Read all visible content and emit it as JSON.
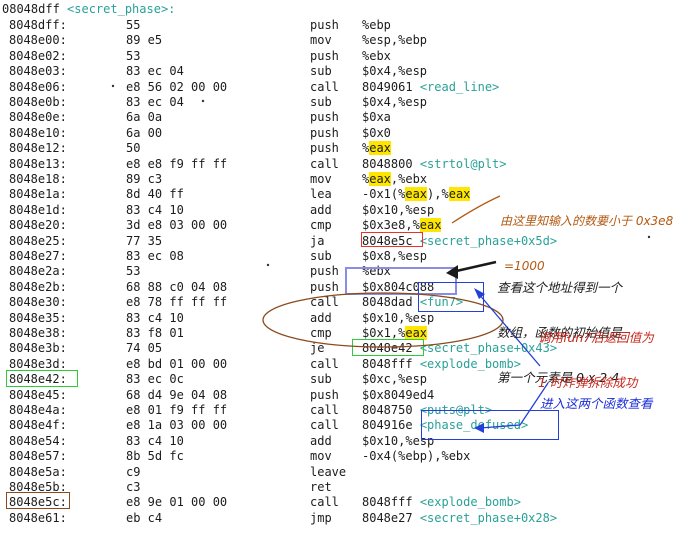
{
  "function_header": {
    "address": "08048dff",
    "symbol": "<secret_phase>:"
  },
  "rows": [
    {
      "addr": "8048dff:",
      "bytes": "55",
      "mnem": "push",
      "ops": "%ebp"
    },
    {
      "addr": "8048e00:",
      "bytes": "89 e5",
      "mnem": "mov",
      "ops": "%esp,%ebp"
    },
    {
      "addr": "8048e02:",
      "bytes": "53",
      "mnem": "push",
      "ops": "%ebx"
    },
    {
      "addr": "8048e03:",
      "bytes": "83 ec 04",
      "mnem": "sub",
      "ops": "$0x4,%esp"
    },
    {
      "addr": "8048e06:",
      "bytes": "e8 56 02 00 00",
      "mnem": "call",
      "ops": "8049061",
      "sym": "<read_line>"
    },
    {
      "addr": "8048e0b:",
      "bytes": "83 ec 04",
      "mnem": "sub",
      "ops": "$0x4,%esp"
    },
    {
      "addr": "8048e0e:",
      "bytes": "6a 0a",
      "mnem": "push",
      "ops": "$0xa"
    },
    {
      "addr": "8048e10:",
      "bytes": "6a 00",
      "mnem": "push",
      "ops": "$0x0"
    },
    {
      "addr": "8048e12:",
      "bytes": "50",
      "mnem": "push",
      "ops_pre": "%",
      "ops_hl": "eax"
    },
    {
      "addr": "8048e13:",
      "bytes": "e8 e8 f9 ff ff",
      "mnem": "call",
      "ops": "8048800",
      "sym": "<strtol@plt>"
    },
    {
      "addr": "8048e18:",
      "bytes": "89 c3",
      "mnem": "mov",
      "ops_pre": "%",
      "ops_hl": "eax",
      "ops_post": ",%ebx"
    },
    {
      "addr": "8048e1a:",
      "bytes": "8d 40 ff",
      "mnem": "lea",
      "ops_pre": "-0x1(%",
      "ops_hl": "eax",
      "ops_post": "),%",
      "ops_hl2": "eax"
    },
    {
      "addr": "8048e1d:",
      "bytes": "83 c4 10",
      "mnem": "add",
      "ops": "$0x10,%esp"
    },
    {
      "addr": "8048e20:",
      "bytes": "3d e8 03 00 00",
      "mnem": "cmp",
      "ops_pre": "$0x3e8,%",
      "ops_hl": "eax"
    },
    {
      "addr": "8048e25:",
      "bytes": "77 35",
      "mnem": "ja",
      "ops": "8048e5c",
      "sym": "<secret_phase+0x5d>"
    },
    {
      "addr": "8048e27:",
      "bytes": "83 ec 08",
      "mnem": "sub",
      "ops": "$0x8,%esp"
    },
    {
      "addr": "8048e2a:",
      "bytes": "53",
      "mnem": "push",
      "ops": "%ebx"
    },
    {
      "addr": "8048e2b:",
      "bytes": "68 88 c0 04 08",
      "mnem": "push",
      "ops": "$0x804c088"
    },
    {
      "addr": "8048e30:",
      "bytes": "e8 78 ff ff ff",
      "mnem": "call",
      "ops": "8048dad",
      "sym": "<fun7>"
    },
    {
      "addr": "8048e35:",
      "bytes": "83 c4 10",
      "mnem": "add",
      "ops": "$0x10,%esp"
    },
    {
      "addr": "8048e38:",
      "bytes": "83 f8 01",
      "mnem": "cmp",
      "ops_pre": "$0x1,%",
      "ops_hl": "eax"
    },
    {
      "addr": "8048e3b:",
      "bytes": "74 05",
      "mnem": "je",
      "ops": "8048e42",
      "sym": "<secret_phase+0x43>"
    },
    {
      "addr": "8048e3d:",
      "bytes": "e8 bd 01 00 00",
      "mnem": "call",
      "ops": "8048fff",
      "sym": "<explode_bomb>"
    },
    {
      "addr": "8048e42:",
      "bytes": "83 ec 0c",
      "mnem": "sub",
      "ops": "$0xc,%esp"
    },
    {
      "addr": "8048e45:",
      "bytes": "68 d4 9e 04 08",
      "mnem": "push",
      "ops": "$0x8049ed4"
    },
    {
      "addr": "8048e4a:",
      "bytes": "e8 01 f9 ff ff",
      "mnem": "call",
      "ops": "8048750",
      "sym": "<puts@plt>"
    },
    {
      "addr": "8048e4f:",
      "bytes": "e8 1a 03 00 00",
      "mnem": "call",
      "ops": "804916e",
      "sym": "<phase_defused>"
    },
    {
      "addr": "8048e54:",
      "bytes": "83 c4 10",
      "mnem": "add",
      "ops": "$0x10,%esp"
    },
    {
      "addr": "8048e57:",
      "bytes": "8b 5d fc",
      "mnem": "mov",
      "ops": "-0x4(%ebp),%ebx"
    },
    {
      "addr": "8048e5a:",
      "bytes": "c9",
      "mnem": "leave",
      "ops": ""
    },
    {
      "addr": "8048e5b:",
      "bytes": "c3",
      "mnem": "ret",
      "ops": ""
    },
    {
      "addr": "8048e5c:",
      "bytes": "e8 9e 01 00 00",
      "mnem": "call",
      "ops": "8048fff",
      "sym": "<explode_bomb>"
    },
    {
      "addr": "8048e61:",
      "bytes": "eb c4",
      "mnem": "jmp",
      "ops": "8048e27",
      "sym": "<secret_phase+0x28>"
    }
  ],
  "annotations": {
    "input_limit": [
      "由这里知输入的数要小于 0x3e8",
      "=1000"
    ],
    "array_addr": [
      "查看这个地址得到一个",
      "数组，函数的初始值是",
      "第一个元素是 0 x 2 4"
    ],
    "fun7_return": [
      "调用fun7后返回值为",
      "1 时炸弹拆除成功"
    ],
    "enter_functions": "进入这两个函数查看"
  },
  "colors": {
    "symbol": "#2aa198",
    "highlight": "#ffe600",
    "red_box": "#e8322b",
    "green_box": "#2ecc3a",
    "blue_box": "#2340d8",
    "purple_box": "#8a8ce6",
    "brown": "#8b4a1c",
    "note_orange": "#b25a12",
    "note_black": "#1a1a1a",
    "note_red": "#c8281e",
    "note_blue": "#1c2ed8"
  }
}
